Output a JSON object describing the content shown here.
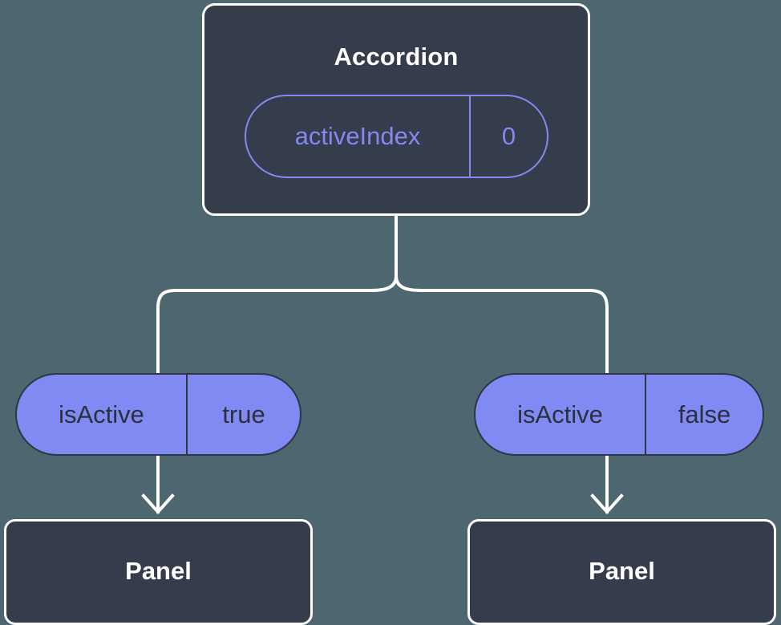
{
  "diagram": {
    "type": "component-state-tree",
    "background_color": "#4d6670",
    "root": {
      "title": "Accordion",
      "card_fill": "#353c4b",
      "card_border": "#ffffff",
      "state": {
        "key": "activeIndex",
        "value": "0",
        "style": "outlined",
        "accent_color": "#8289f0"
      }
    },
    "branches": [
      {
        "side": "left",
        "prop": {
          "key": "isActive",
          "value": "true",
          "style": "filled",
          "fill_color": "#8189f3",
          "text_color": "#2b303d"
        },
        "child": {
          "title": "Panel",
          "card_fill": "#353c4b",
          "card_border": "#ffffff"
        }
      },
      {
        "side": "right",
        "prop": {
          "key": "isActive",
          "value": "false",
          "style": "filled",
          "fill_color": "#8189f3",
          "text_color": "#2b303d"
        },
        "child": {
          "title": "Panel",
          "card_fill": "#353c4b",
          "card_border": "#ffffff"
        }
      }
    ],
    "connectors": {
      "color": "#ffffff",
      "stroke_width": 4,
      "arrowhead": "chevron-down"
    }
  }
}
